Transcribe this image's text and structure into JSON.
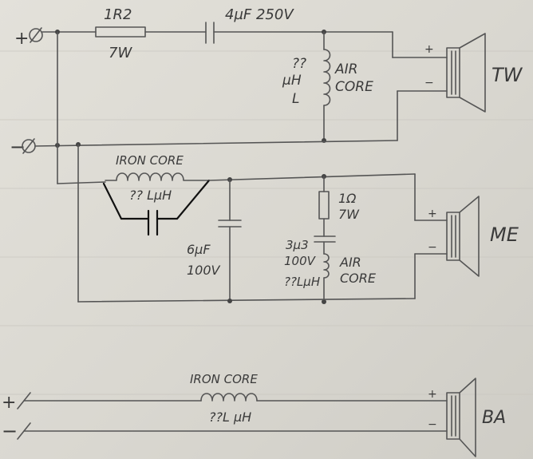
{
  "colors": {
    "paper": "#dcdad3",
    "pencil": "#555555",
    "pen": "#111111"
  },
  "terminals": {
    "plus": "+",
    "minus": "−"
  },
  "tweeter": {
    "resistor_value": "1R2",
    "resistor_power": "7W",
    "capacitor": "4µF 250V",
    "inductor_q": "??",
    "inductor_unit": "µH",
    "inductor_name": "L",
    "inductor_type_1": "AIR",
    "inductor_type_2": "CORE",
    "driver_plus": "+",
    "driver_minus": "−",
    "driver_label": "TW"
  },
  "mid": {
    "series_inductor_type": "IRON CORE",
    "series_inductor_value": "?? LµH",
    "shunt_cap_value": "6µF",
    "shunt_cap_voltage": "100V",
    "resistor_value": "1Ω",
    "resistor_power": "7W",
    "cap_value": "3µ3",
    "cap_voltage": "100V",
    "inductor_value": "??Lµ",
    "inductor_unit_suffix": "H",
    "inductor_type_1": "AIR",
    "inductor_type_2": "CORE",
    "driver_plus": "+",
    "driver_minus": "−",
    "driver_label": "ME"
  },
  "bass": {
    "inductor_type": "IRON CORE",
    "inductor_value": "??L µH",
    "driver_plus": "+",
    "driver_minus": "−",
    "driver_label": "BA"
  }
}
